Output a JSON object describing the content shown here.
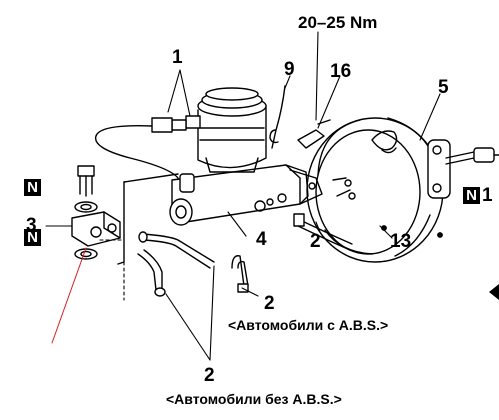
{
  "torque_spec": "20–25 Nm",
  "callouts": {
    "c1": "1",
    "c9": "9",
    "c16": "16",
    "c5": "5",
    "c3": "3",
    "c4": "4",
    "c2a": "2",
    "c13": "13",
    "c2b": "2",
    "c2c": "2",
    "c1r": "1"
  },
  "badges": {
    "n_top": "N",
    "n_bottom": "N",
    "n_right": "N"
  },
  "captions": {
    "with_abs": "<Автомобили с A.B.S.>",
    "without_abs": "<Автомобили без A.B.S.>"
  },
  "colors": {
    "line": "#000000",
    "pointer": "#d42020"
  }
}
